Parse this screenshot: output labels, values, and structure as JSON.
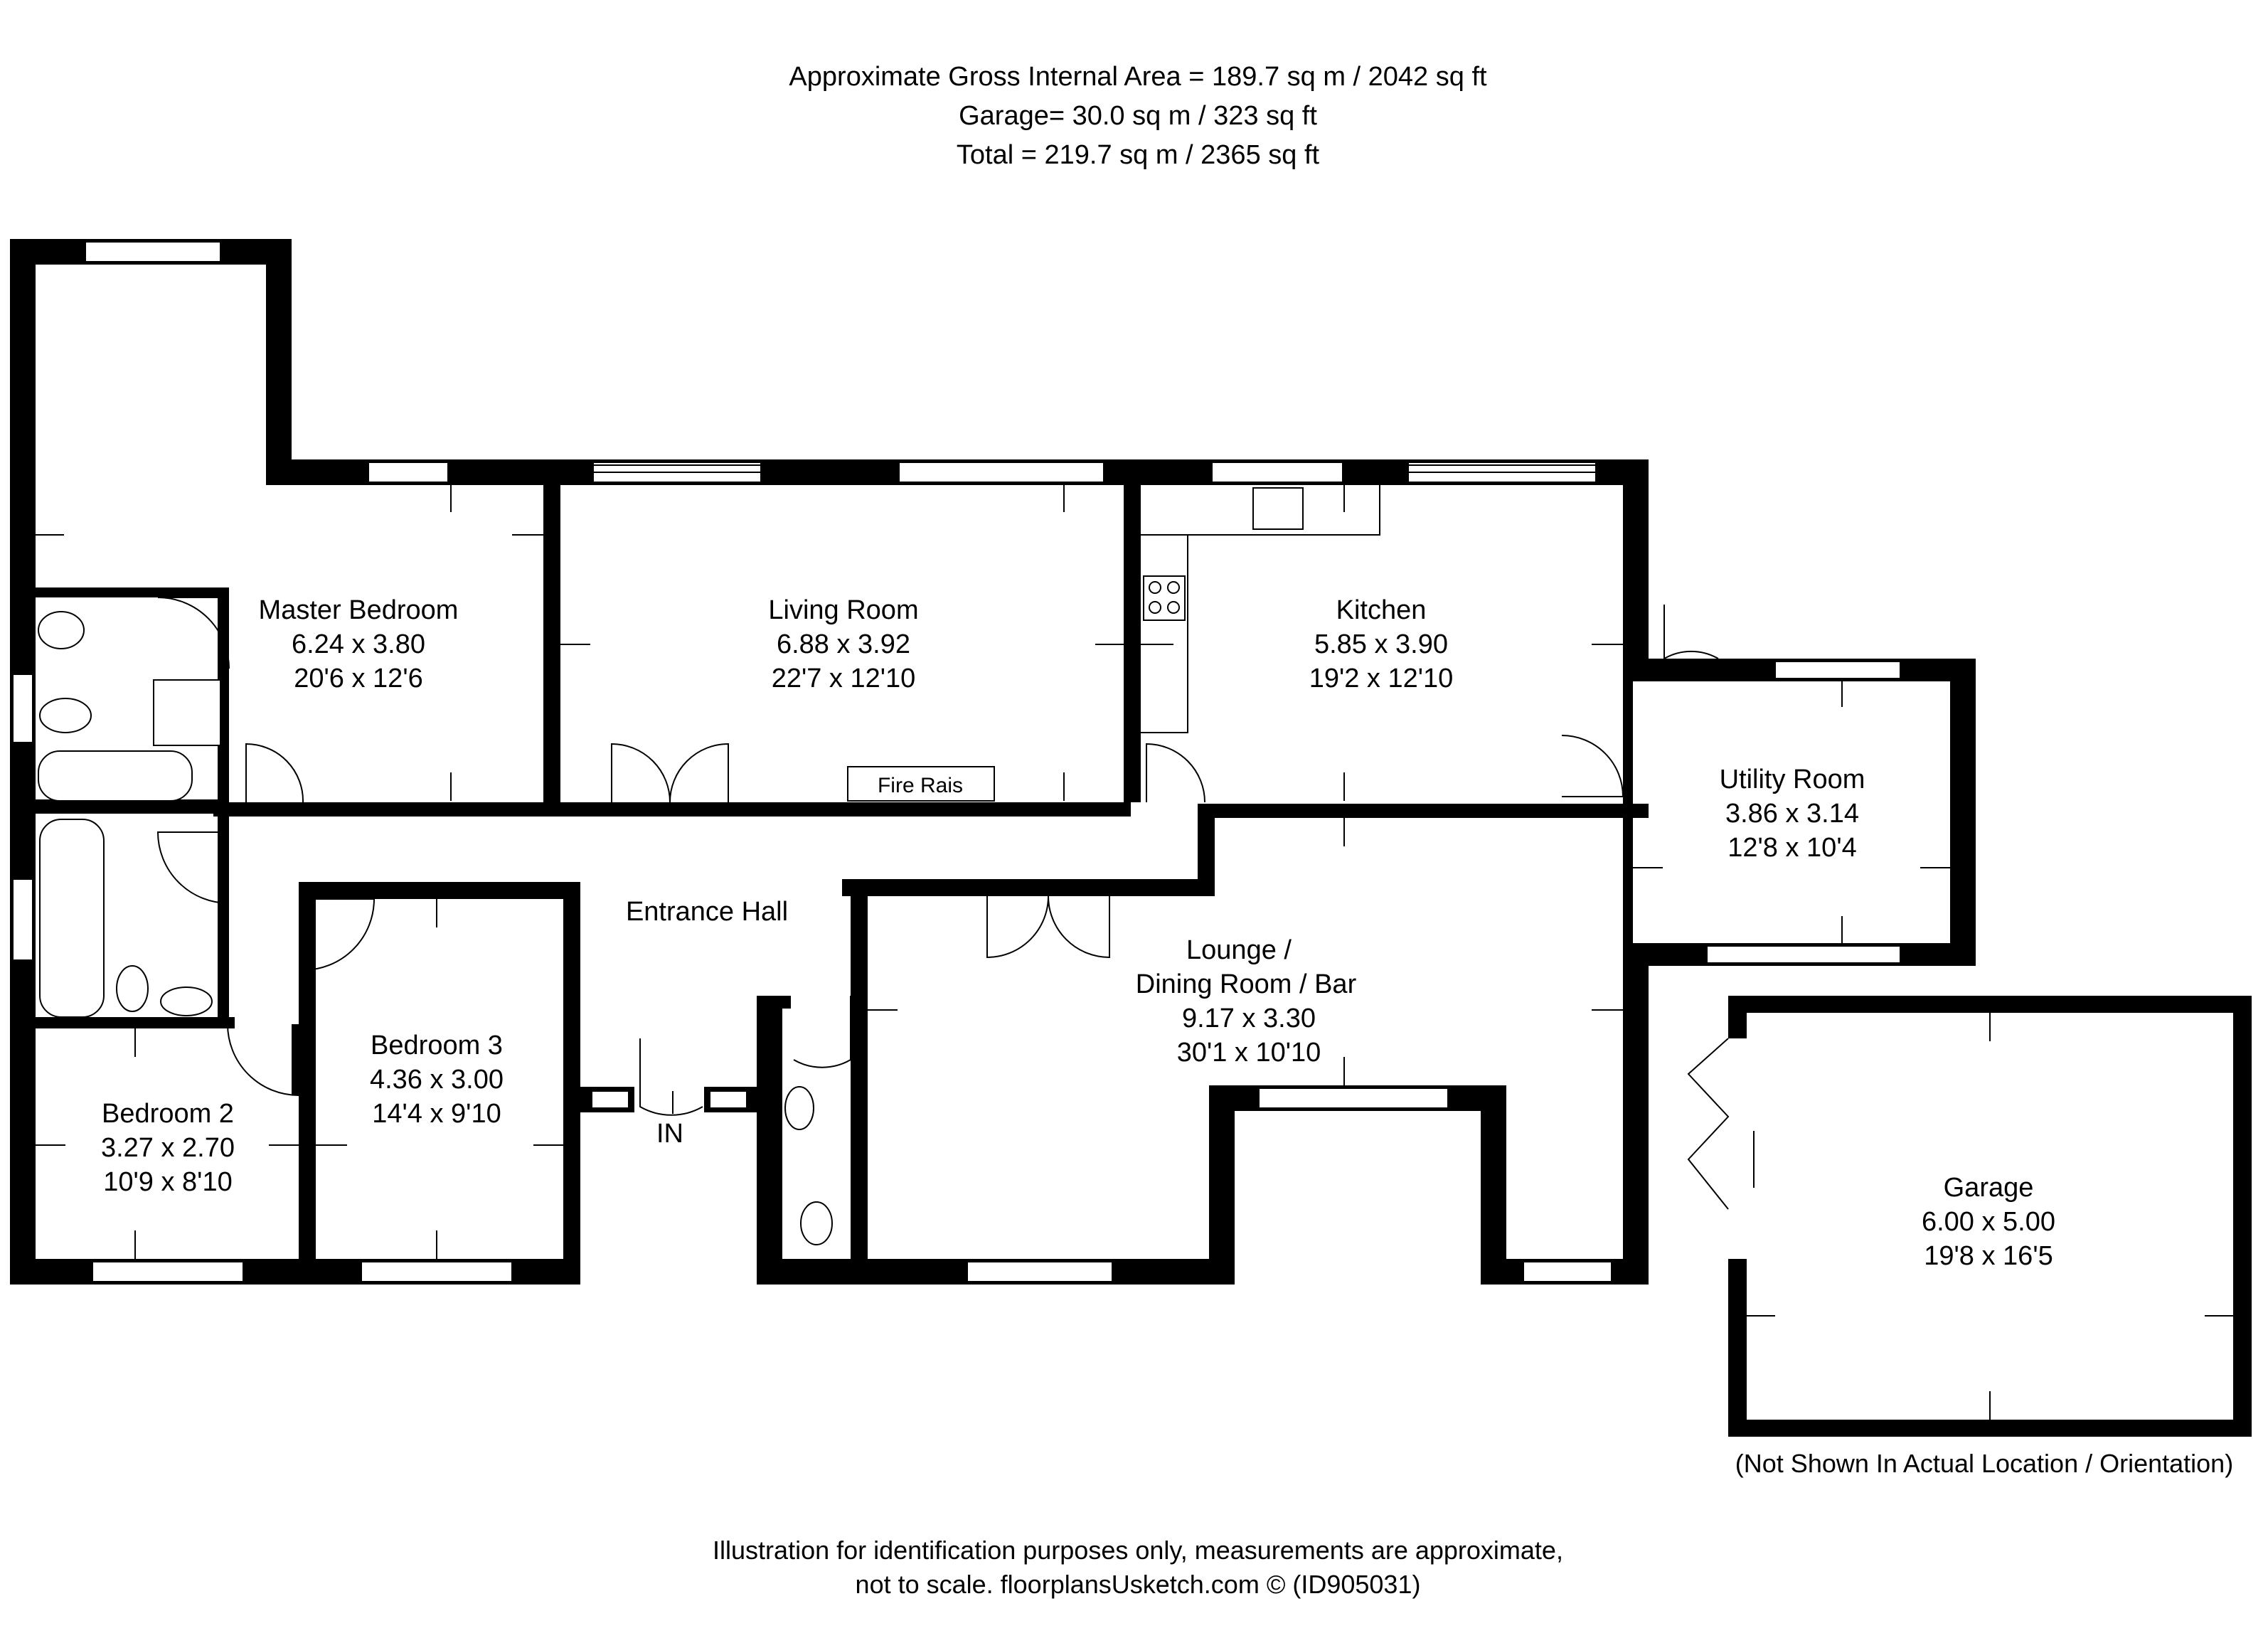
{
  "header": {
    "area_line1": "Approximate Gross Internal Area = 189.7 sq m / 2042 sq ft",
    "area_line2": "Garage= 30.0 sq m / 323 sq ft",
    "area_line3": "Total = 219.7 sq m / 2365 sq ft"
  },
  "rooms": {
    "master_bedroom": {
      "name": "Master Bedroom",
      "metric": "6.24 x 3.80",
      "imperial": "20'6 x 12'6"
    },
    "living_room": {
      "name": "Living Room",
      "metric": "6.88 x 3.92",
      "imperial": "22'7 x 12'10"
    },
    "kitchen": {
      "name": "Kitchen",
      "metric": "5.85 x 3.90",
      "imperial": "19'2 x 12'10"
    },
    "utility_room": {
      "name": "Utility Room",
      "metric": "3.86 x 3.14",
      "imperial": "12'8 x 10'4"
    },
    "entrance_hall": {
      "name": "Entrance Hall"
    },
    "lounge": {
      "name_line1": "Lounge /",
      "name_line2": "Dining Room / Bar",
      "metric": "9.17 x 3.30",
      "imperial": "30'1 x 10'10"
    },
    "bedroom_3": {
      "name": "Bedroom 3",
      "metric": "4.36 x 3.00",
      "imperial": "14'4 x 9'10"
    },
    "bedroom_2": {
      "name": "Bedroom 2",
      "metric": "3.27 x 2.70",
      "imperial": "10'9 x 8'10"
    },
    "garage": {
      "name": "Garage",
      "metric": "6.00 x 5.00",
      "imperial": "19'8 x 16'5"
    }
  },
  "labels": {
    "fireplace": "Fire Rais",
    "entrance": "IN",
    "garage_note": "(Not Shown In Actual Location / Orientation)"
  },
  "footer": {
    "line1": "Illustration for identification purposes only, measurements are approximate,",
    "line2": "not to scale. floorplansUsketch.com © (ID905031)"
  },
  "colors": {
    "wall": "#000000",
    "background": "#ffffff"
  }
}
